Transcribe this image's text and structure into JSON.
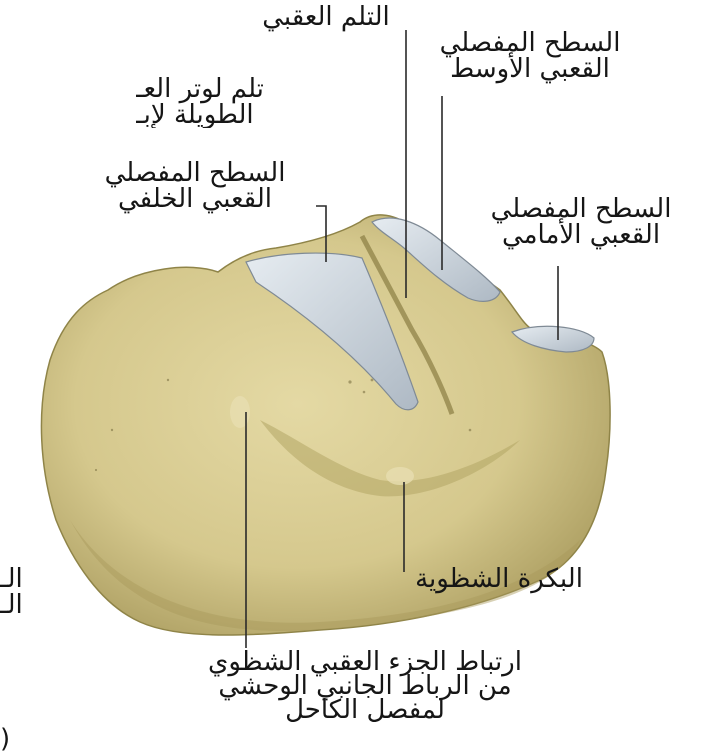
{
  "labels": {
    "calcaneal_sulcus": "التلم العقبي",
    "middle_facet": [
      "السطح المفصلي",
      "القعبي الأوسط"
    ],
    "flexor_groove": [
      "تلم لوتر العـ",
      "الطويلة لإبـ"
    ],
    "posterior_facet": [
      "السطح المفصلي",
      "القعبي الخلفي"
    ],
    "anterior_facet": [
      "السطح المفصلي",
      "القعبي الأمامي"
    ],
    "peroneal_trochlea": "البكرة الشظوية",
    "ligament_attachment": [
      "ارتباط الجزء العقبي الشظوي",
      "من الرباط الجانبي الوحشي",
      "لمفصل الكاحل"
    ],
    "left_edge_fragment": [
      "الـ",
      "الـ"
    ],
    "bottom_edge_fragment": "("
  },
  "colors": {
    "bone_fill": "#d8cc93",
    "bone_shadow": "#a89a5a",
    "cartilage": "#c9d3dc",
    "leader_line": "#2a2a2a"
  }
}
